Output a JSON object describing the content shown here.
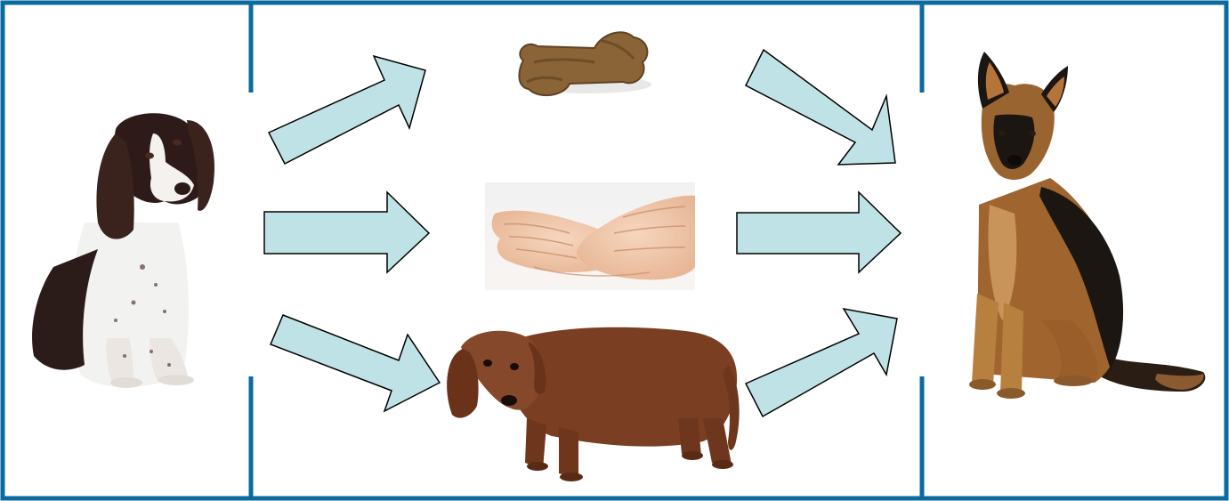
{
  "colors": {
    "frame": "#0b6a9e",
    "arrow_fill": "#bfe2e6",
    "arrow_stroke": "#000000",
    "background": "#ffffff"
  },
  "diagram": {
    "left_image": {
      "icon": "springer-spaniel-photo"
    },
    "middle_images": [
      {
        "icon": "dog-treat-bone-photo"
      },
      {
        "icon": "open-hands-photo"
      },
      {
        "icon": "dachshund-photo"
      }
    ],
    "right_image": {
      "icon": "german-shepherd-photo"
    }
  }
}
